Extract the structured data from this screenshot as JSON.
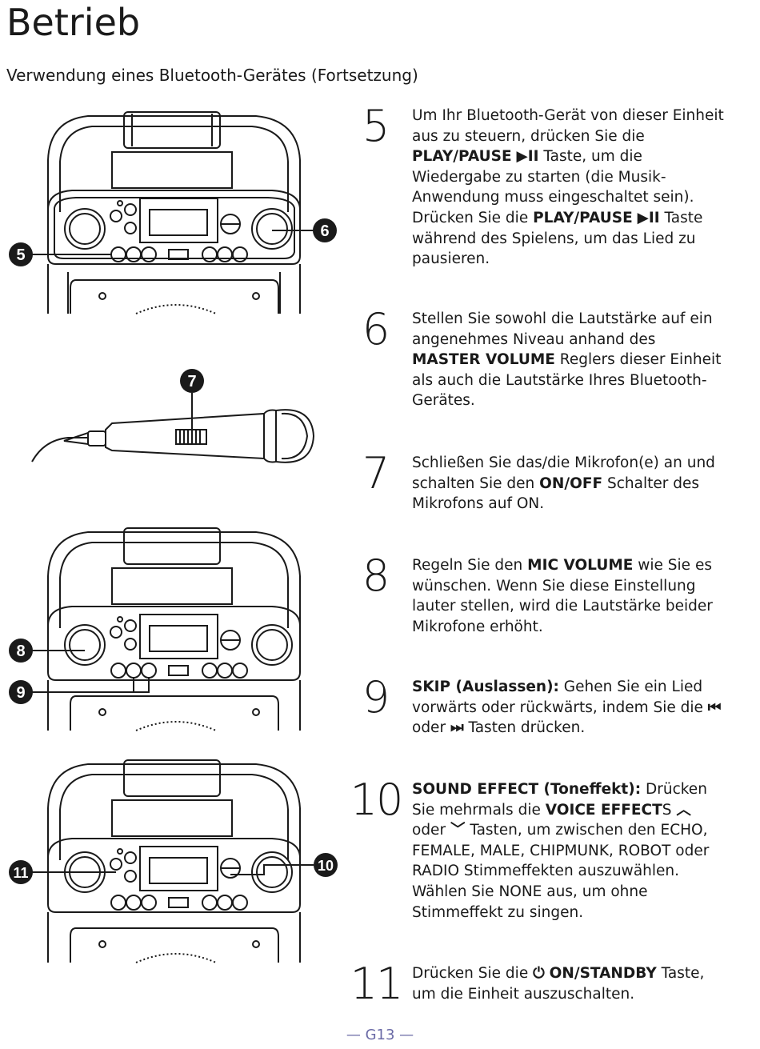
{
  "page": {
    "title": "Betrieb",
    "subtitle": "Verwendung eines Bluetooth-Gerätes (Fortsetzung)",
    "footer": "— G13 —"
  },
  "callouts": {
    "c5": "5",
    "c6": "6",
    "c7": "7",
    "c8": "8",
    "c9": "9",
    "c10": "10",
    "c11": "11"
  },
  "steps": {
    "s5": {
      "num": "5",
      "t1": "Um Ihr Bluetooth-Gerät von dieser Einheit aus zu steuern, drücken Sie die ",
      "b1": "PLAY/PAUSE",
      "g1": "▶II",
      "t2": " Taste, um die Wiedergabe zu starten (die Musik-Anwendung muss eingeschaltet sein). Drücken Sie die ",
      "b2": "PLAY/PAUSE",
      "g2": "▶II",
      "t3": " Taste während des Spielens, um das Lied zu pausieren."
    },
    "s6": {
      "num": "6",
      "t1": "Stellen Sie sowohl die Lautstärke auf ein angenehmes Niveau anhand des ",
      "b1": "MASTER VOLUME",
      "t2": " Reglers dieser Einheit als auch die Lautstärke Ihres Bluetooth-Gerätes."
    },
    "s7": {
      "num": "7",
      "t1": "Schließen Sie das/die Mikrofon(e) an und schalten Sie den ",
      "b1": "ON/OFF",
      "t2": " Schalter des Mikrofons auf ON."
    },
    "s8": {
      "num": "8",
      "t1": "Regeln Sie den ",
      "b1": "MIC VOLUME",
      "t2": " wie Sie es wünschen. Wenn Sie diese Einstellung lauter stellen, wird die Lautstärke beider Mikrofone erhöht."
    },
    "s9": {
      "num": "9",
      "b1": "SKIP (Auslassen):",
      "t1": " Gehen Sie ein Lied vorwärts oder rückwärts, indem Sie die ",
      "g1": "⏮",
      "t2": " oder ",
      "g2": "⏭",
      "t3": " Tasten drücken."
    },
    "s10": {
      "num": "10",
      "b1": "SOUND EFFECT (Toneffekt):",
      "t1": " Drücken Sie mehrmals die ",
      "b2": "VOICE EFFECT",
      "t2": "S ",
      "g1": "︿",
      "t3": " oder ",
      "g2": "﹀",
      "t4": " Tasten, um zwischen den ECHO, FEMALE, MALE, CHIPMUNK, ROBOT oder RADIO Stimmeffekten auszuwählen. Wählen Sie NONE aus, um ohne Stimmeffekt zu singen."
    },
    "s11": {
      "num": "11",
      "t1": "Drücken Sie die ",
      "g1": "⏻",
      "b1": "ON/STANDBY",
      "t2": " Taste, um die Einheit auszuschalten."
    }
  }
}
